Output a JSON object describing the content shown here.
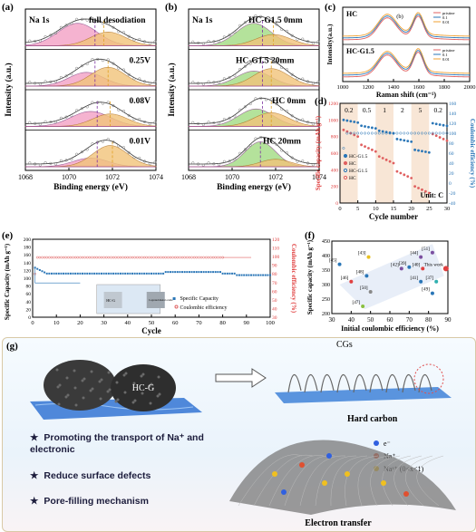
{
  "figure": {
    "panel_labels": [
      "(a)",
      "(b)",
      "(c)",
      "(d)",
      "(e)",
      "(f)",
      "(g)"
    ]
  },
  "colors": {
    "pink": "#f4a6c8",
    "orange": "#f2c47a",
    "green": "#a8dd8a",
    "blue": "#2a76b7",
    "red": "#e04040",
    "purple": "#7b4fa0"
  },
  "panel_a": {
    "title": "Na 1s",
    "ylabel": "Intensity (a.u.)",
    "xlabel": "Binding energy (eV)",
    "ticks": [
      "1068",
      "1070",
      "1072",
      "1074"
    ],
    "curves": [
      "full desodiation",
      "0.25V",
      "0.08V",
      "0.01V"
    ]
  },
  "panel_b": {
    "title": "Na 1s",
    "ylabel": "Intensity (a.u.)",
    "xlabel": "Binding energy (eV)",
    "ticks": [
      "1068",
      "1070",
      "1072",
      "1074"
    ],
    "curves": [
      "HC-G1.5 0mm",
      "HC-G1.5 20mm",
      "HC  0mm",
      "HC  20mm"
    ]
  },
  "panel_c": {
    "ylabel": "Intensity(a.u.)",
    "xlabel": "Raman shift (cm⁻¹)",
    "ticks": [
      "1000",
      "1200",
      "1400",
      "1600",
      "1800",
      "2000"
    ],
    "top_label": "HC",
    "bottom_label": "HC-G1.5",
    "peak_mark": "(b)",
    "legend": [
      "pristine",
      "0.1",
      "0.01"
    ]
  },
  "panel_d": {
    "ylabel_left": "Specific capacity (mAh g⁻¹)",
    "ylabel_right": "Coulombic efficiency (%)",
    "xlabel": "Cycle number",
    "unit": "Unit: C",
    "rates": [
      "0.2",
      "0.5",
      "1",
      "2",
      "5",
      "0.2"
    ],
    "xticks": [
      "0",
      "5",
      "10",
      "15",
      "20",
      "25",
      "30"
    ],
    "yticks_left": [
      "0",
      "200",
      "400",
      "600",
      "800",
      "1000",
      "1200"
    ],
    "yticks_right": [
      "-40",
      "-20",
      "0",
      "20",
      "40",
      "60",
      "80",
      "100",
      "120",
      "140",
      "160"
    ],
    "legend": [
      "HC-G1.5",
      "HC",
      "HC-G1.5",
      "HC"
    ]
  },
  "panel_e": {
    "ylabel_left": "Specific Capacity (mAh g⁻¹)",
    "ylabel_right": "Coulombic efficiency (%)",
    "xlabel": "Cycle",
    "xticks": [
      "0",
      "10",
      "20",
      "30",
      "40",
      "50",
      "60",
      "70",
      "80",
      "90",
      "100"
    ],
    "yticks_left": [
      "0",
      "20",
      "40",
      "60",
      "80",
      "100",
      "120",
      "140",
      "160",
      "180",
      "200"
    ],
    "yticks_right": [
      "30",
      "40",
      "50",
      "60",
      "70",
      "80",
      "90",
      "100",
      "110",
      "120"
    ],
    "legend": [
      "Specific Capacity",
      "Coulombic efficiency"
    ],
    "inset": {
      "left": "HC-G",
      "right": "Layered metal oxide"
    }
  },
  "panel_f": {
    "ylabel": "Specific capacity (mAh g⁻¹)",
    "xlabel": "Initial coulombic efficiency (%)",
    "xticks": [
      "30",
      "40",
      "50",
      "60",
      "70",
      "80",
      "90"
    ],
    "yticks": [
      "200",
      "250",
      "300",
      "350",
      "400",
      "450"
    ],
    "refs": [
      {
        "label": "[45]",
        "ice": 34,
        "cap": 370,
        "color": "#2a76b7"
      },
      {
        "label": "[43]",
        "ice": 49,
        "cap": 395,
        "color": "#e8c020"
      },
      {
        "label": "[46]",
        "ice": 40,
        "cap": 310,
        "color": "#e04040"
      },
      {
        "label": "[48]",
        "ice": 48,
        "cap": 330,
        "color": "#2a76b7"
      },
      {
        "label": "[42]",
        "ice": 66,
        "cap": 355,
        "color": "#7b4fa0"
      },
      {
        "label": "[39]",
        "ice": 70,
        "cap": 360,
        "color": "#2a76b7"
      },
      {
        "label": "[44]",
        "ice": 76,
        "cap": 395,
        "color": "#7b4fa0"
      },
      {
        "label": "[51]",
        "ice": 82,
        "cap": 410,
        "color": "#7b4fa0"
      },
      {
        "label": "[40]",
        "ice": 77,
        "cap": 355,
        "color": "#e04040"
      },
      {
        "label": "This work",
        "ice": 89,
        "cap": 355,
        "color": "#e04040"
      },
      {
        "label": "[41]",
        "ice": 76,
        "cap": 310,
        "color": "#2a76b7"
      },
      {
        "label": "[37]",
        "ice": 84,
        "cap": 310,
        "color": "#30b0b0"
      },
      {
        "label": "[47]",
        "ice": 46,
        "cap": 225,
        "color": "#8ac040"
      },
      {
        "label": "[50]",
        "ice": 50,
        "cap": 275,
        "color": "#888888"
      },
      {
        "label": "[49]",
        "ice": 82,
        "cap": 270,
        "color": "#2a76b7"
      }
    ]
  },
  "panel_g": {
    "hcg": "HC-G",
    "cgs": "CGs",
    "hard_carbon": "Hard carbon",
    "electron_transfer": "Electron transfer",
    "legend": {
      "e": "e⁻",
      "na": "Na⁺",
      "nax": "Naˣ⁺ (0<x<1)"
    },
    "bullets": [
      "Promoting the transport of Na⁺ and electronic",
      "Reduce surface defects",
      "Pore-filling mechanism"
    ]
  }
}
